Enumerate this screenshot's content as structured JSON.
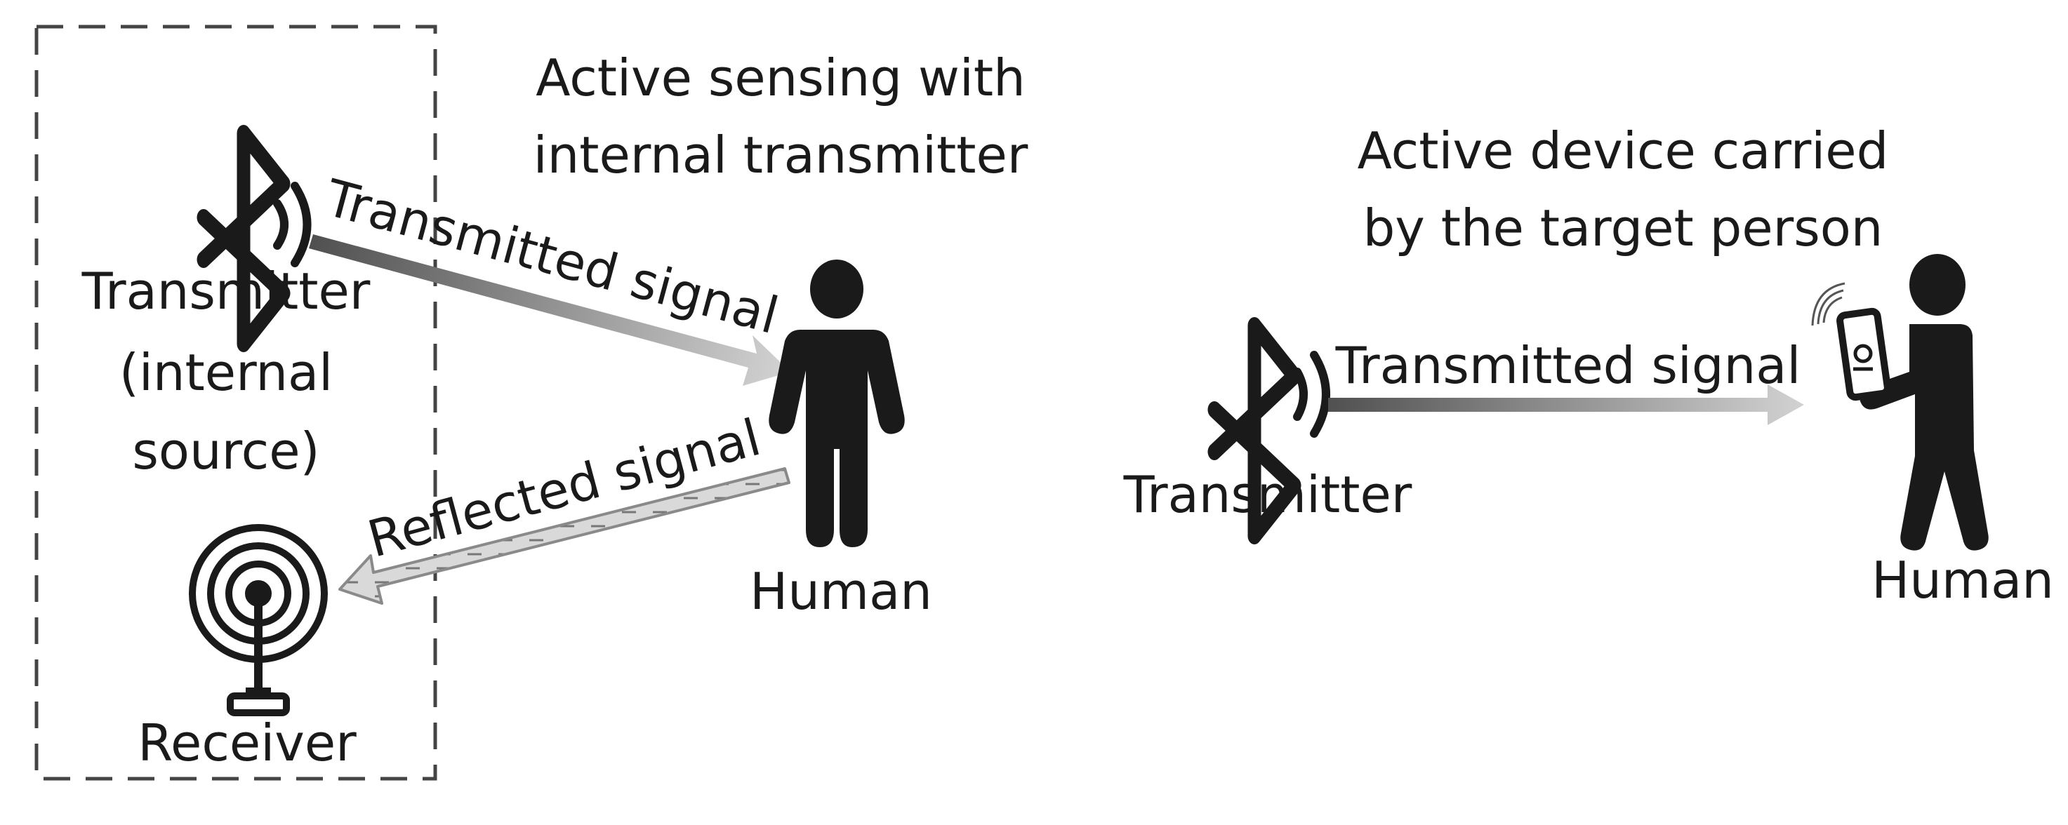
{
  "left_panel": {
    "title_line1": "Active sensing with",
    "title_line2": "internal transmitter",
    "transmitter_label_line1": "Transmitter",
    "transmitter_label_line2": "(internal",
    "transmitter_label_line3": "source)",
    "transmitted_signal_label": "Transmitted signal",
    "reflected_signal_label": "Reflected signal",
    "human_label": "Human",
    "receiver_label": "Receiver"
  },
  "right_panel": {
    "title_line1": "Active device carried",
    "title_line2": "by the target person",
    "transmitter_label": "Transmitter",
    "transmitted_signal_label": "Transmitted signal",
    "human_label": "Human"
  },
  "icons": {
    "bluetooth": "bluetooth-icon",
    "wireless_waves": "wireless-waves-icon",
    "human": "human-icon",
    "receiver_antenna": "antenna-icon",
    "phone": "phone-icon"
  },
  "colors": {
    "ink": "#1a1a1a",
    "arrow_dark": "#555555",
    "arrow_light": "#cccccc",
    "reflected_fill": "#d9d9d9",
    "reflected_stroke": "#8a8a8a"
  }
}
